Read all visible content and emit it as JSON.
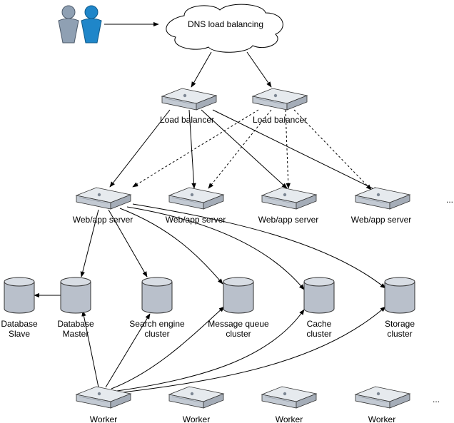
{
  "dns": {
    "label": "DNS load balancing"
  },
  "load_balancers": [
    {
      "label": "Load balancer"
    },
    {
      "label": "Load balancer"
    }
  ],
  "web_servers": [
    {
      "label": "Web/app server"
    },
    {
      "label": "Web/app server"
    },
    {
      "label": "Web/app server"
    },
    {
      "label": "Web/app server"
    }
  ],
  "web_more": "...",
  "data_stores": [
    {
      "line1": "Database",
      "line2": "Slave"
    },
    {
      "line1": "Database",
      "line2": "Master"
    },
    {
      "line1": "Search engine",
      "line2": "cluster"
    },
    {
      "line1": "Message queue",
      "line2": "cluster"
    },
    {
      "line1": "Cache",
      "line2": "cluster"
    },
    {
      "line1": "Storage",
      "line2": "cluster"
    }
  ],
  "workers": [
    {
      "label": "Worker"
    },
    {
      "label": "Worker"
    },
    {
      "label": "Worker"
    },
    {
      "label": "Worker"
    }
  ],
  "worker_more": "...",
  "colors": {
    "user_gray": "#8fa0b3",
    "user_blue": "#1f86c9",
    "server_body": "#c3cad3",
    "server_top": "#e6eaee",
    "db_body": "#b9c0cb",
    "db_top": "#d8dde4",
    "stroke": "#333333"
  }
}
